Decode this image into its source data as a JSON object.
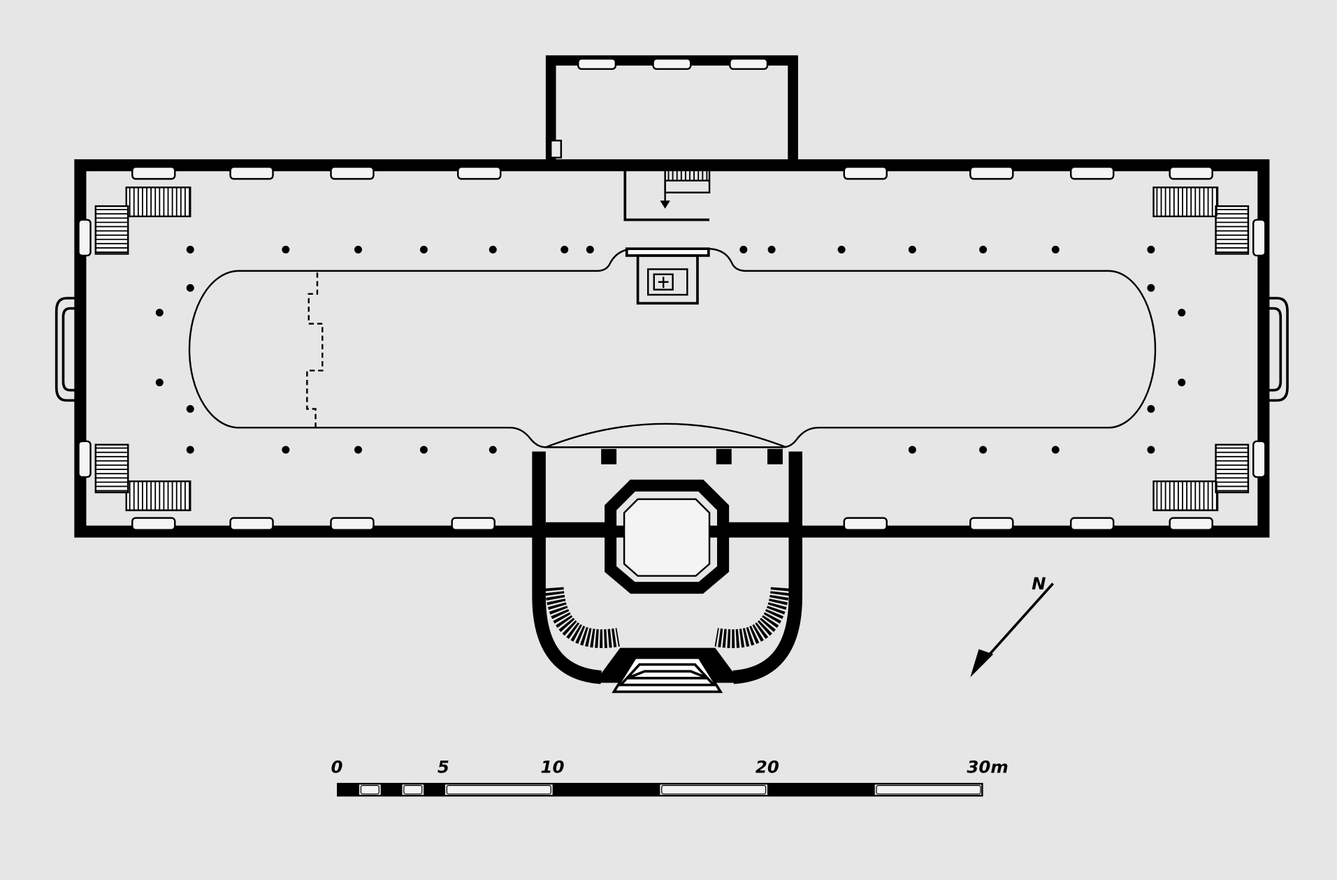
{
  "drawing": {
    "type": "architectural floor plan",
    "colors": {
      "background": "#e6e6e6",
      "ink": "#000000",
      "fill": "#ececec"
    }
  },
  "north_arrow": {
    "label": "N"
  },
  "scale_bar": {
    "unit": "m",
    "labels": [
      "0",
      "5",
      "10",
      "20",
      "30m"
    ],
    "label_values": [
      0,
      5,
      10,
      20,
      30
    ],
    "segments_m": [
      [
        0,
        1,
        "black"
      ],
      [
        1,
        2,
        "white"
      ],
      [
        2,
        3,
        "black"
      ],
      [
        3,
        4,
        "white"
      ],
      [
        4,
        5,
        "black"
      ],
      [
        5,
        10,
        "white"
      ],
      [
        10,
        15,
        "black"
      ],
      [
        15,
        20,
        "white"
      ],
      [
        20,
        25,
        "black"
      ],
      [
        25,
        30,
        "white"
      ]
    ]
  }
}
